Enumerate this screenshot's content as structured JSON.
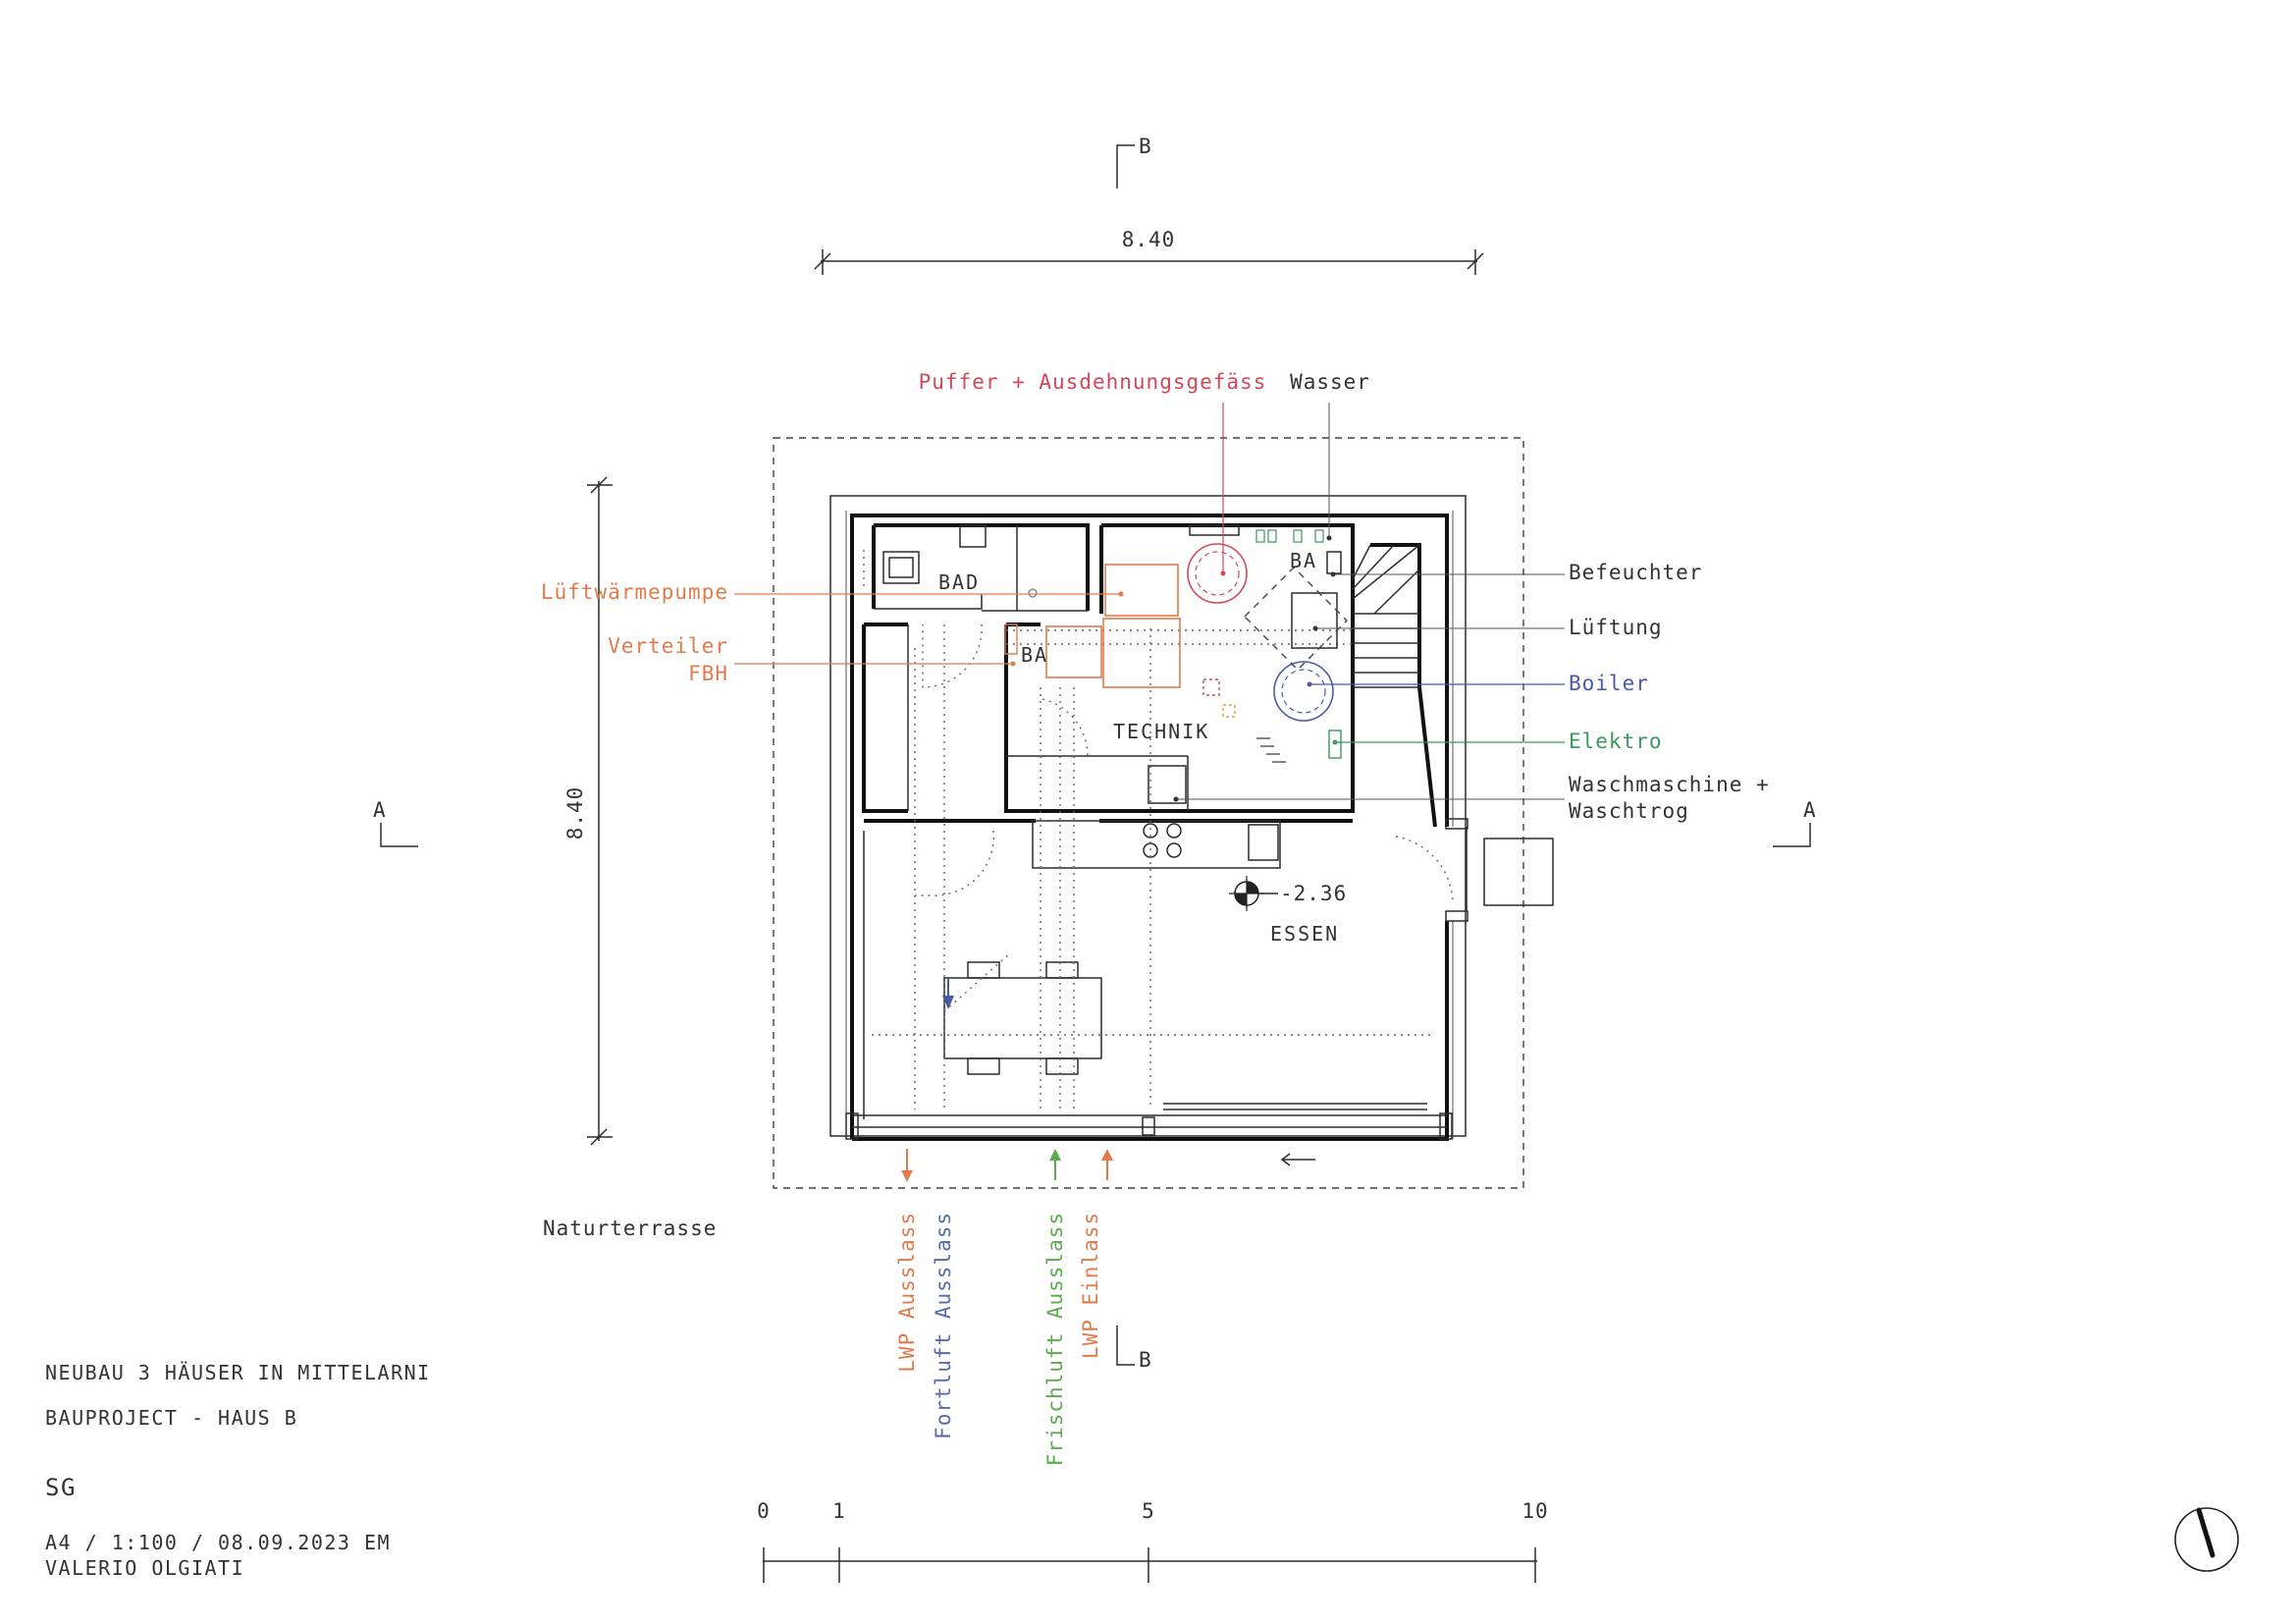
{
  "project": {
    "name": "NEUBAU 3 HÄUSER IN MITTELARNI",
    "phase": "BAUPROJECT - HAUS B",
    "floor": "SG",
    "sheet_info": "A4 / 1:100 / 08.09.2023 EM",
    "architect": "VALERIO OLGIATI"
  },
  "dimensions": {
    "width": "8.40",
    "height": "8.40"
  },
  "section_marks": {
    "b_top": "B",
    "b_bottom": "B",
    "a_left": "A",
    "a_right": "A"
  },
  "rooms": {
    "bad": "BAD",
    "ba_upper": "BA",
    "ba_lower": "BA",
    "technik": "TECHNIK",
    "essen": "ESSEN"
  },
  "level": "-2.36",
  "terrace": "Naturterrasse",
  "scale_bar": {
    "ticks": [
      "0",
      "1",
      "5",
      "10"
    ]
  },
  "annotations": {
    "puffer": "Puffer + Ausdehnungsgefäss",
    "wasser": "Wasser",
    "luftwaermepumpe": "Lüftwärmepumpe",
    "verteiler_1": "Verteiler",
    "verteiler_2": "FBH",
    "befeuchter": "Befeuchter",
    "lueftung": "Lüftung",
    "boiler": "Boiler",
    "elektro": "Elektro",
    "waschmaschine_1": "Waschmaschine +",
    "waschmaschine_2": "Waschtrog"
  },
  "ducts": {
    "lwp_auslass": "LWP Ausslass",
    "fortluft": "Fortluft Ausslass",
    "frischluft": "Frischluft Ausslass",
    "lwp_einlass": "LWP Einlass"
  },
  "colors": {
    "heating": "#e07b4c",
    "buffer": "#d0485b",
    "boiler": "#4a5aa8",
    "electric": "#3a9a5c",
    "fresh_air": "#5cab4f",
    "exhaust": "#5a6ab0",
    "ink": "#2b2b2b"
  },
  "icons": {
    "level_marker": "level-marker-icon",
    "north": "north-arrow-icon"
  }
}
